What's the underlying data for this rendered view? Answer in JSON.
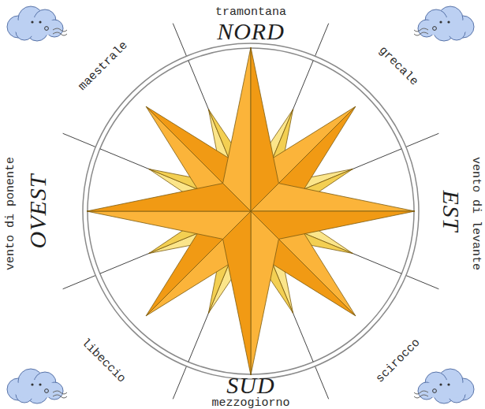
{
  "diagram": {
    "labels": [
      "tramontana",
      "NORD",
      "maestrale",
      "grecale",
      "vento di ponente",
      "OVEST",
      "EST",
      "vento di levante",
      "libeccio",
      "scirocco",
      "SUD",
      "mezzogiorno"
    ]
  }
}
